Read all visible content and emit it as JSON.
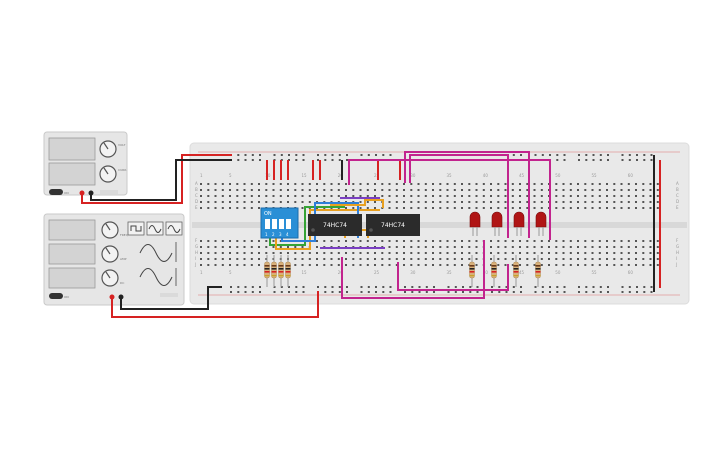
{
  "canvas": {
    "background": "#ffffff"
  },
  "dc_supply": {
    "knob_labels": [
      "VOLT",
      "CURR"
    ],
    "on_label": "ON",
    "panel_color": "#e6e6e6",
    "display_color": "#d3d3d3"
  },
  "function_generator": {
    "knob_labels": [
      "FREQ",
      "AMP",
      "DC"
    ],
    "waveform_buttons": [
      "square-wave",
      "sine-wave",
      "triangle-wave"
    ],
    "on_label": "ON"
  },
  "breadboard": {
    "color": "#e9e9e9",
    "top_col_labels": [
      "1",
      "5",
      "10",
      "15",
      "20",
      "25",
      "30",
      "35",
      "40",
      "45",
      "50",
      "55",
      "60"
    ],
    "bottom_col_labels": [
      "1",
      "5",
      "10",
      "15",
      "20",
      "25",
      "30",
      "35",
      "40",
      "45",
      "50",
      "55",
      "60"
    ],
    "row_labels_top": [
      "A",
      "B",
      "C",
      "D",
      "E"
    ],
    "row_labels_bottom": [
      "F",
      "G",
      "H",
      "I",
      "J"
    ]
  },
  "dip_switch": {
    "label_on": "ON",
    "numbers": [
      "1",
      "2",
      "3",
      "4"
    ],
    "color": "#2a8fd6"
  },
  "ics": [
    {
      "label": "74HC74"
    },
    {
      "label": "74HC74"
    }
  ],
  "leds": {
    "count": 4,
    "color": "#b01515"
  },
  "wire_colors": {
    "red": "#d62222",
    "black": "#222222",
    "magenta": "#c2248e",
    "green": "#35a335",
    "orange": "#e8a020",
    "blue": "#2f7fd8",
    "purple": "#7a3fc2"
  }
}
